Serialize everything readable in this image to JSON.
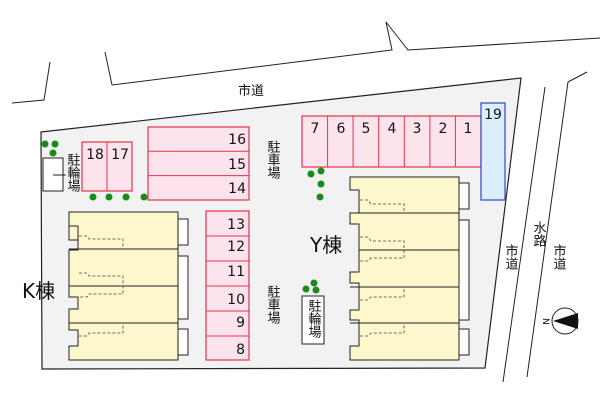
{
  "labels": {
    "city_road": "市道",
    "waterway": "水路",
    "parking": "駐車場",
    "bicycle_parking": "駐輪場",
    "k_building": "K棟",
    "y_building": "Y棟",
    "north": "N"
  },
  "parking_spaces": {
    "top_row": [
      "7",
      "6",
      "5",
      "4",
      "3",
      "2",
      "1"
    ],
    "special": "19",
    "upper_left_block": [
      "16",
      "15",
      "14"
    ],
    "small_pair": [
      "18",
      "17"
    ],
    "middle_column": [
      "13",
      "12",
      "11",
      "10",
      "9",
      "8"
    ]
  },
  "colors": {
    "parking_fill": "#fde4ec",
    "parking_stroke": "#e0344b",
    "special_fill": "#dcefff",
    "special_stroke": "#3344cc",
    "building_fill": "#fdf7cc",
    "lot_fill": "#f2f2f2",
    "tree": "#1a8a1a"
  }
}
